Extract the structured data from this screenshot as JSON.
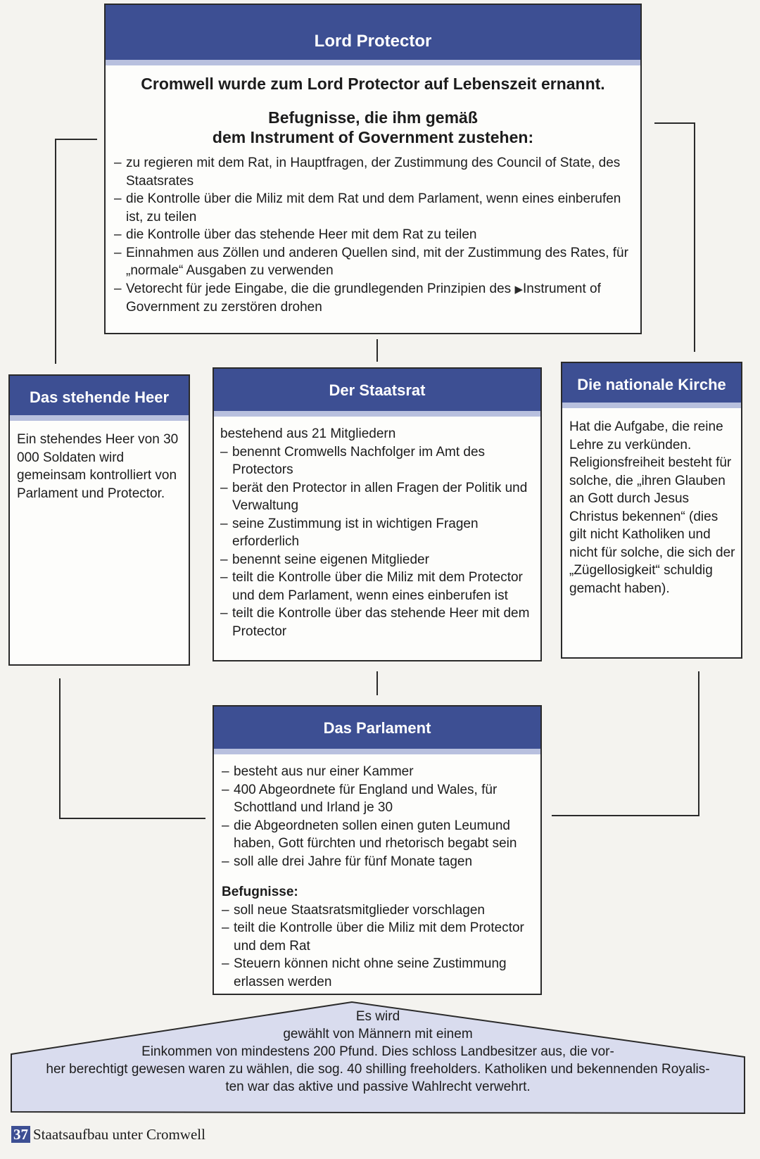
{
  "lord_protector": {
    "title": "Lord Protector",
    "intro": "Cromwell wurde zum Lord Protector auf Lebenszeit ernannt.",
    "subtitle_line1": "Befugnisse, die ihm gemäß",
    "subtitle_line2": "dem Instrument of Government zustehen:",
    "items": [
      "zu regieren mit dem Rat, in Hauptfragen, der Zustimmung des Council of State, des Staatsrates",
      "die Kontrolle über die Miliz mit dem Rat und dem Parlament, wenn eines einberufen ist, zu teilen",
      "die Kontrolle über das stehende Heer mit dem Rat zu teilen",
      "Einnahmen aus Zöllen und anderen Quellen sind, mit der Zustimmung des Rates, für „normale“ Ausgaben zu verwenden"
    ],
    "last_item_before": "Vetorecht für jede Eingabe, die die grundlegenden Prinzipien des",
    "last_item_link": "Instrument of Government",
    "last_item_after": "zu zerstören drohen"
  },
  "heer": {
    "title": "Das stehende Heer",
    "text": "Ein stehendes Heer von 30 000 Soldaten wird gemeinsam kontrolliert von Parlament und Protector."
  },
  "staatsrat": {
    "title": "Der Staatsrat",
    "intro": "bestehend aus 21 Mitgliedern",
    "items": [
      "benennt Cromwells Nachfolger im Amt des Protectors",
      "berät den Protector in allen Fragen der Politik und Verwaltung",
      "seine Zustimmung ist in wichtigen Fragen erforderlich",
      "benennt seine eigenen Mitglieder",
      "teilt die Kontrolle über die Miliz mit dem Protector und dem Parlament, wenn eines einberufen ist",
      "teilt die Kontrolle über das stehende Heer mit dem Protector"
    ]
  },
  "kirche": {
    "title": "Die nationale Kirche",
    "text": "Hat die Aufgabe, die reine Lehre zu verkünden. Religionsfreiheit besteht für solche, die „ihren Glauben an Gott durch Jesus Christus bekennen“ (dies gilt nicht Katholiken und nicht für solche, die sich der „Zügellosigkeit“ schuldig gemacht haben)."
  },
  "parlament": {
    "title": "Das Parlament",
    "items": [
      "besteht aus nur einer Kammer",
      "400 Abgeordnete für England und Wales, für Schottland und Irland je 30",
      "die Abgeordneten sollen einen guten Leumund haben, Gott fürchten und rhetorisch begabt sein",
      "soll alle drei Jahre für fünf Monate tagen"
    ],
    "befugnisse_label": "Befugnisse:",
    "befugnisse": [
      "soll neue Staatsratsmitglieder vorschlagen",
      "teilt die Kontrolle über die Miliz mit dem Protector und dem Rat",
      "Steuern können nicht ohne seine Zustimmung erlassen werden"
    ]
  },
  "wahl": {
    "line1": "Es wird",
    "line2": "gewählt von Männern mit einem",
    "line3": "Einkommen von mindestens 200 Pfund. Dies schloss Landbesitzer aus, die vor-",
    "line4": "her berechtigt gewesen waren zu wählen, die sog. 40 shilling freeholders. Katholiken und bekennenden Royalis-",
    "line5": "ten war das aktive und passive Wahlrecht verwehrt."
  },
  "footer": {
    "number": "37",
    "title": "Staatsaufbau unter Cromwell"
  },
  "colors": {
    "header": "#3d4f93",
    "header_stripe": "#b8c0de",
    "house_fill": "#d9dcee"
  }
}
